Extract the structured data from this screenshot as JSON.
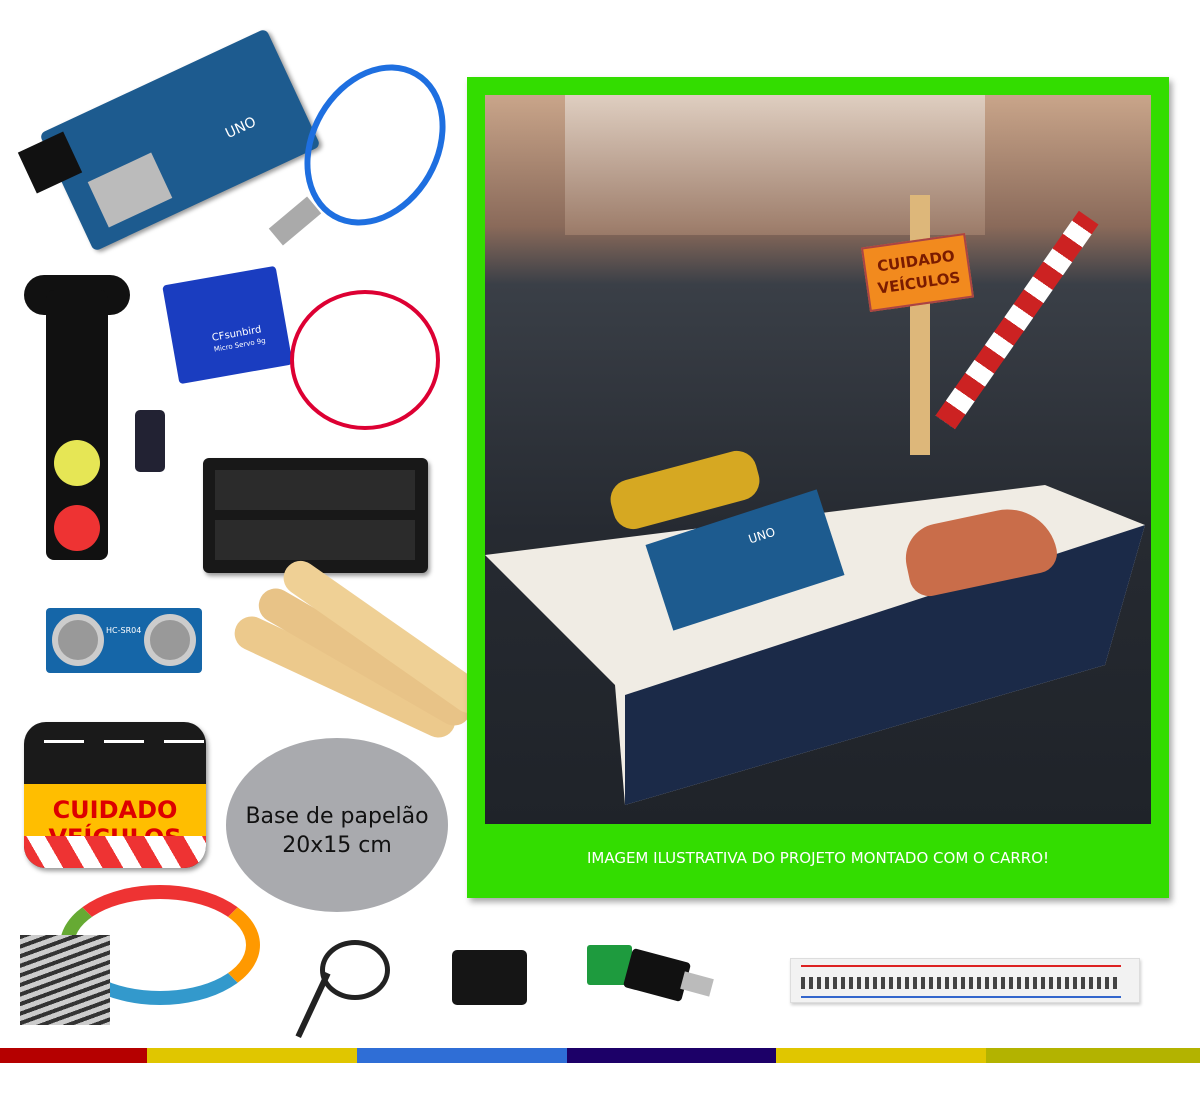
{
  "frame": {
    "caption": "IMAGEM ILUSTRATIVA DO PROJETO MONTADO COM O CARRO!",
    "color": "#33dd00"
  },
  "scene": {
    "sign_line1": "CUIDADO",
    "sign_line2": "VEÍCULOS",
    "board_label": "UNO"
  },
  "parts": {
    "arduino_label": "UNO",
    "servo_label": "CFsunbird",
    "servo_sub": "Micro Servo 9g",
    "sensor_label": "HC-SR04",
    "sign_line1": "CUIDADO",
    "sign_line2": "VEÍCULOS",
    "base_line1": "Base de papelão",
    "base_line2": "20x15 cm"
  },
  "footer_colors": [
    "#b50000",
    "#e0c600",
    "#2f6ed6",
    "#1c0068",
    "#e0c600",
    "#b3b300"
  ]
}
